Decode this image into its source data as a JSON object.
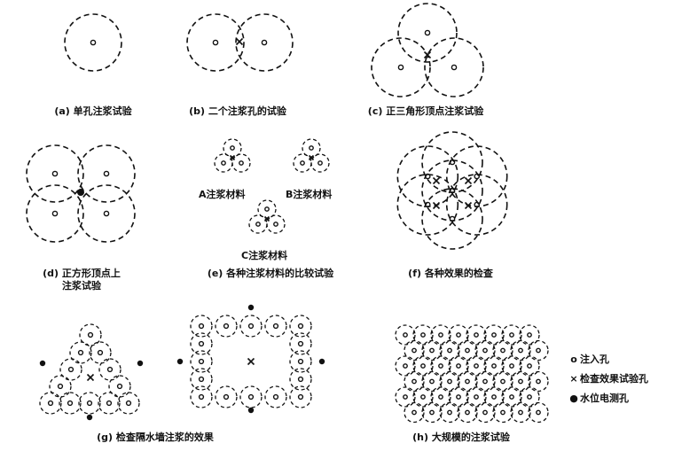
{
  "captions": {
    "a": "(a) 单孔注浆试验",
    "b": "(b) 二个注浆孔的试验",
    "c": "(c) 正三角形顶点注浆试验",
    "d_line1": "(d) 正方形顶点上",
    "d_line2": "注浆试验",
    "e": "(e) 各种注浆材料的比较试验",
    "f": "(f) 各种效果的检查",
    "g": "(g) 检查隔水墙注浆的效果",
    "h": "(h) 大规模的注浆试验"
  },
  "materials": {
    "A": "A注浆材料",
    "B": "B注浆材料",
    "C": "C注浆材料"
  },
  "legend": [
    {
      "symbol": "o",
      "label": "注入孔",
      "icon": "grout-hole-icon"
    },
    {
      "symbol": "×",
      "label": "检查效果试验孔",
      "icon": "check-hole-icon"
    },
    {
      "symbol": "●",
      "label": "水位电测孔",
      "icon": "water-level-hole-icon"
    }
  ],
  "colors": {
    "ink": "#111111",
    "background": "#ffffff"
  }
}
